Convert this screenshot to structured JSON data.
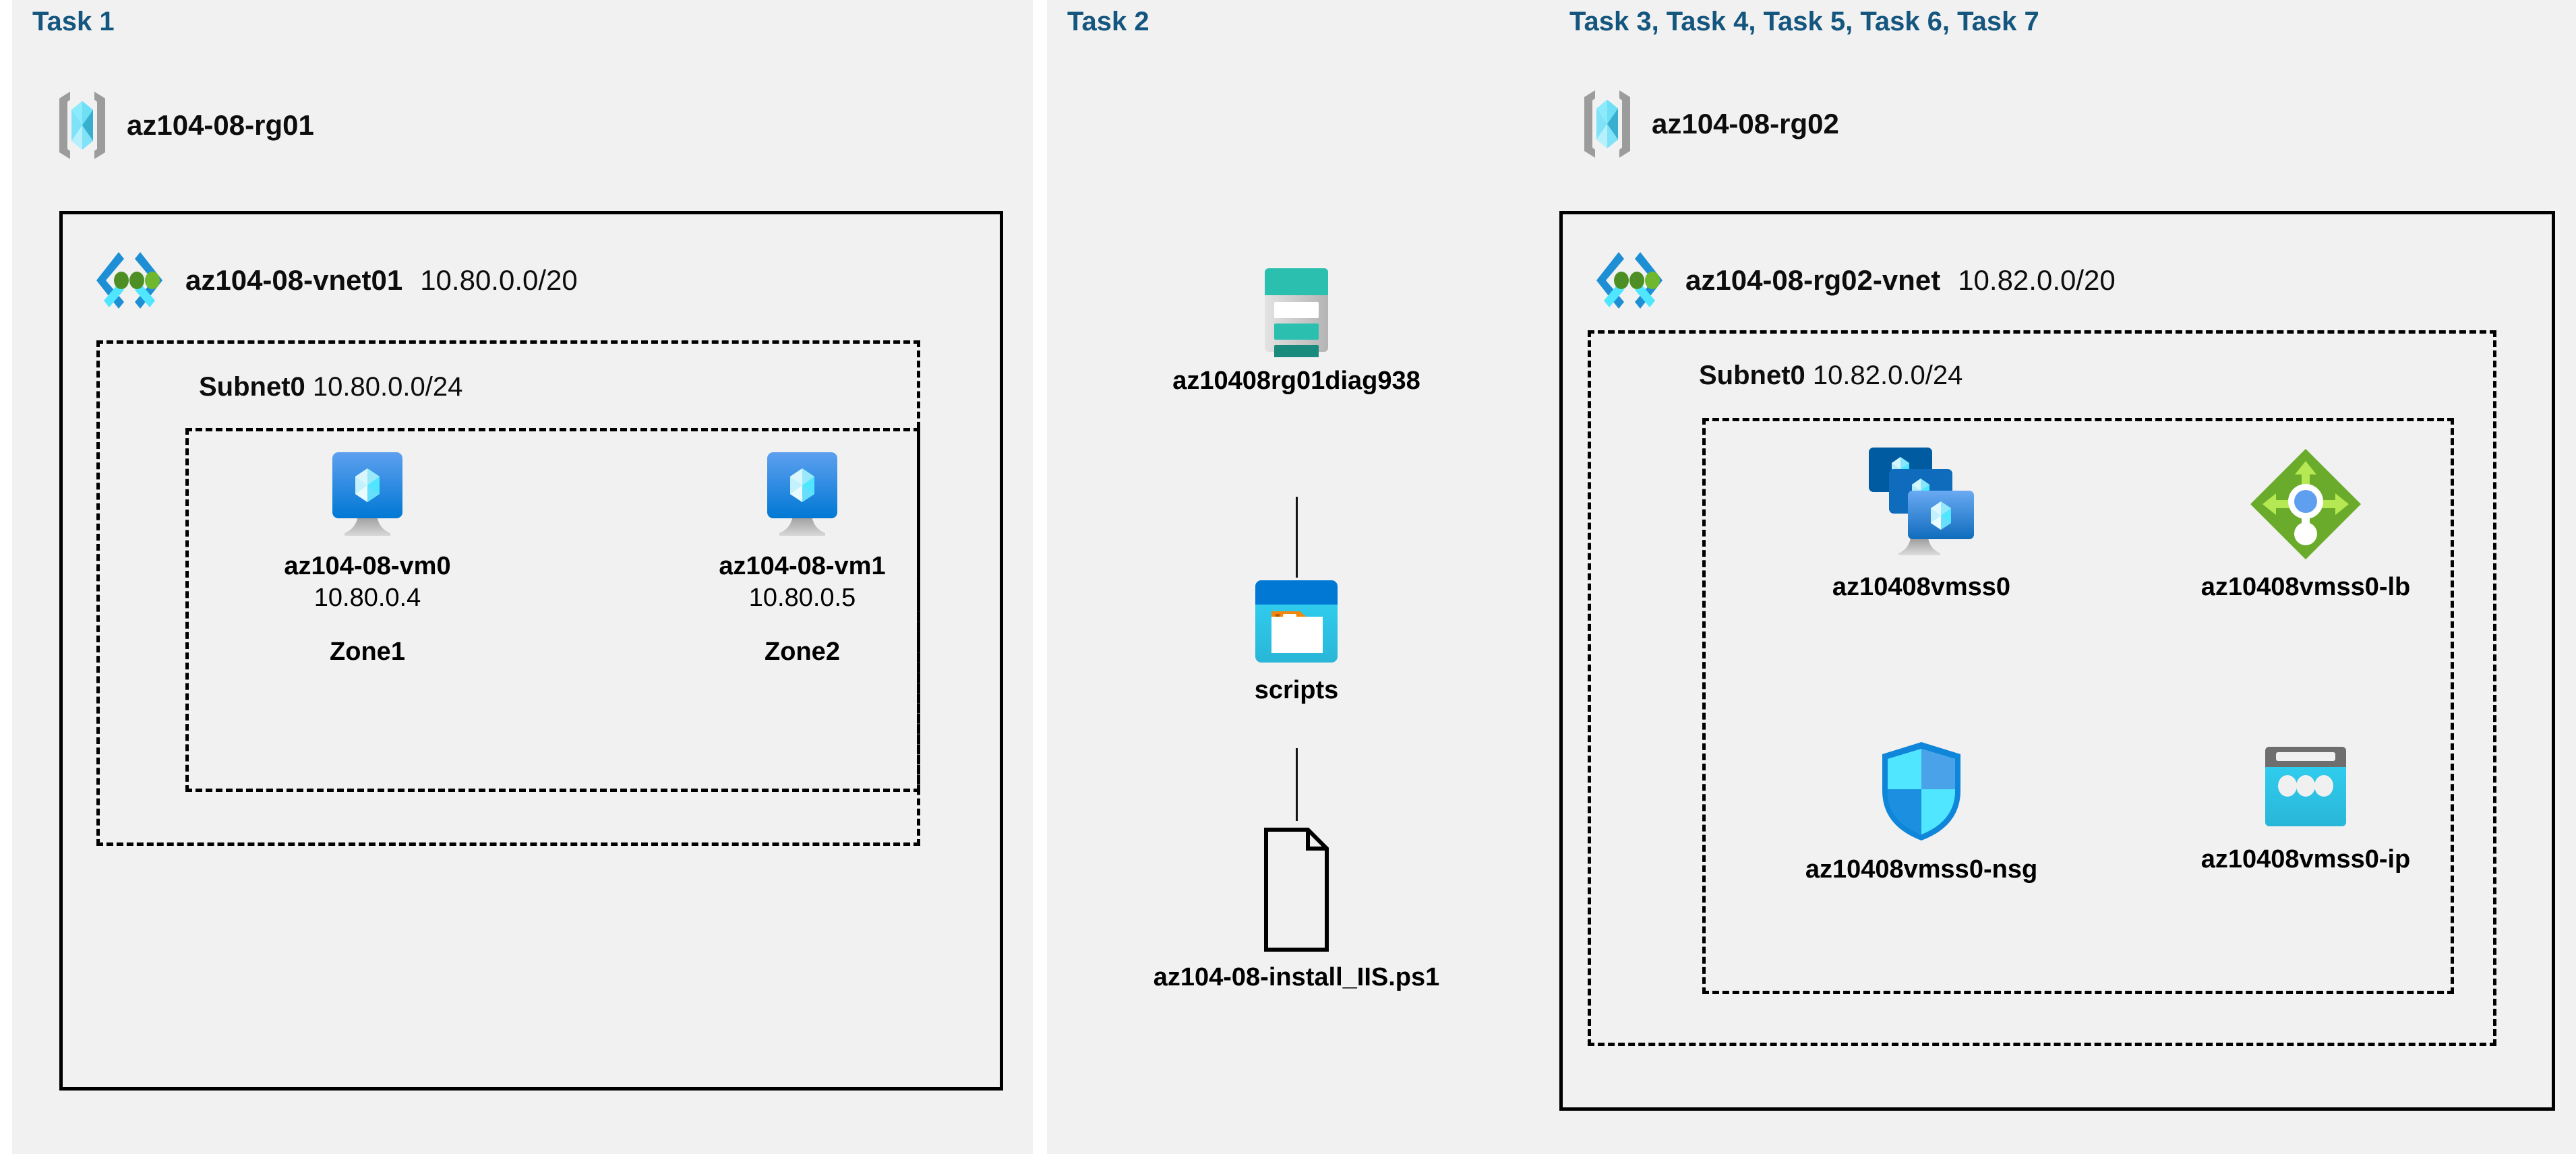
{
  "diagram": {
    "title": "Azure AZ-104-08 lab architecture",
    "background": "#ffffff",
    "panel_color": "#f1f1f1",
    "accent_color": "#15567f"
  },
  "panels": [
    {
      "id": "task1",
      "task_label": "Task 1",
      "resource_group": {
        "name": "az104-08-rg01",
        "icon": "resource-group-icon"
      },
      "vnet": {
        "name": "az104-08-vnet01",
        "cidr": "10.80.0.0/20",
        "icon": "virtual-network-icon"
      },
      "subnet": {
        "name": "Subnet0",
        "cidr": "10.80.0.0/24"
      },
      "vms": [
        {
          "name": "az104-08-vm0",
          "ip": "10.80.0.4",
          "zone": "Zone1",
          "icon": "virtual-machine-icon"
        },
        {
          "name": "az104-08-vm1",
          "ip": "10.80.0.5",
          "zone": "Zone2",
          "icon": "virtual-machine-icon"
        }
      ]
    },
    {
      "id": "task2",
      "task_label": "Task 2",
      "items": [
        {
          "name": "az10408rg01diag938",
          "icon": "storage-account-icon"
        },
        {
          "name": "scripts",
          "icon": "blob-container-icon"
        },
        {
          "name": "az104-08-install_IIS.ps1",
          "icon": "file-icon"
        }
      ]
    },
    {
      "id": "task3",
      "task_label": "Task 3, Task 4, Task 5, Task 6, Task 7",
      "resource_group": {
        "name": "az104-08-rg02",
        "icon": "resource-group-icon"
      },
      "vnet": {
        "name": "az104-08-rg02-vnet",
        "cidr": "10.82.0.0/20",
        "icon": "virtual-network-icon"
      },
      "subnet": {
        "name": "Subnet0",
        "cidr": "10.82.0.0/24"
      },
      "resources": [
        {
          "name": "az10408vmss0",
          "icon": "vm-scale-set-icon"
        },
        {
          "name": "az10408vmss0-lb",
          "icon": "load-balancer-icon"
        },
        {
          "name": "az10408vmss0-nsg",
          "icon": "network-security-group-icon"
        },
        {
          "name": "az10408vmss0-ip",
          "icon": "public-ip-address-icon"
        }
      ]
    }
  ]
}
